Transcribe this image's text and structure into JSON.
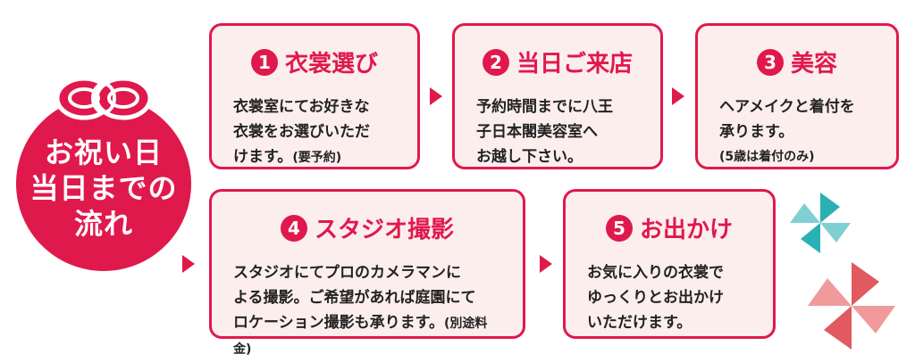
{
  "badge": {
    "line1": "お祝い日",
    "line2": "当日までの",
    "line3": "流れ"
  },
  "steps": [
    {
      "num": "1",
      "title": "衣裳選び",
      "lines": [
        "衣裳室にてお好きな",
        "衣裳をお選びいただ",
        "けます。"
      ],
      "note": "(要予約)"
    },
    {
      "num": "2",
      "title": "当日ご来店",
      "lines": [
        "予約時間までに八王",
        "子日本閣美容室へ",
        "お越し下さい。"
      ]
    },
    {
      "num": "3",
      "title": "美容",
      "lines": [
        "ヘアメイクと着付を",
        "承ります。"
      ],
      "note": "(5歳は着付のみ)"
    },
    {
      "num": "4",
      "title": "スタジオ撮影",
      "lines": [
        "スタジオにてプロのカメラマンに",
        "よる撮影。ご希望があれば庭園にて",
        "ロケーション撮影も承ります。"
      ],
      "note": "(別途料金)"
    },
    {
      "num": "5",
      "title": "お出かけ",
      "lines": [
        "お気に入りの衣裳で",
        "ゆっくりとお出かけ",
        "いただけます。"
      ]
    }
  ],
  "colors": {
    "accent": "#e0194c",
    "card_bg": "#fdeeee",
    "teal": "#2ab0b4",
    "coral": "#e05a5f"
  },
  "icons": [
    "mizuhiki-knot-icon",
    "pinwheel-teal-icon",
    "pinwheel-red-icon",
    "arrow-right-icon"
  ]
}
